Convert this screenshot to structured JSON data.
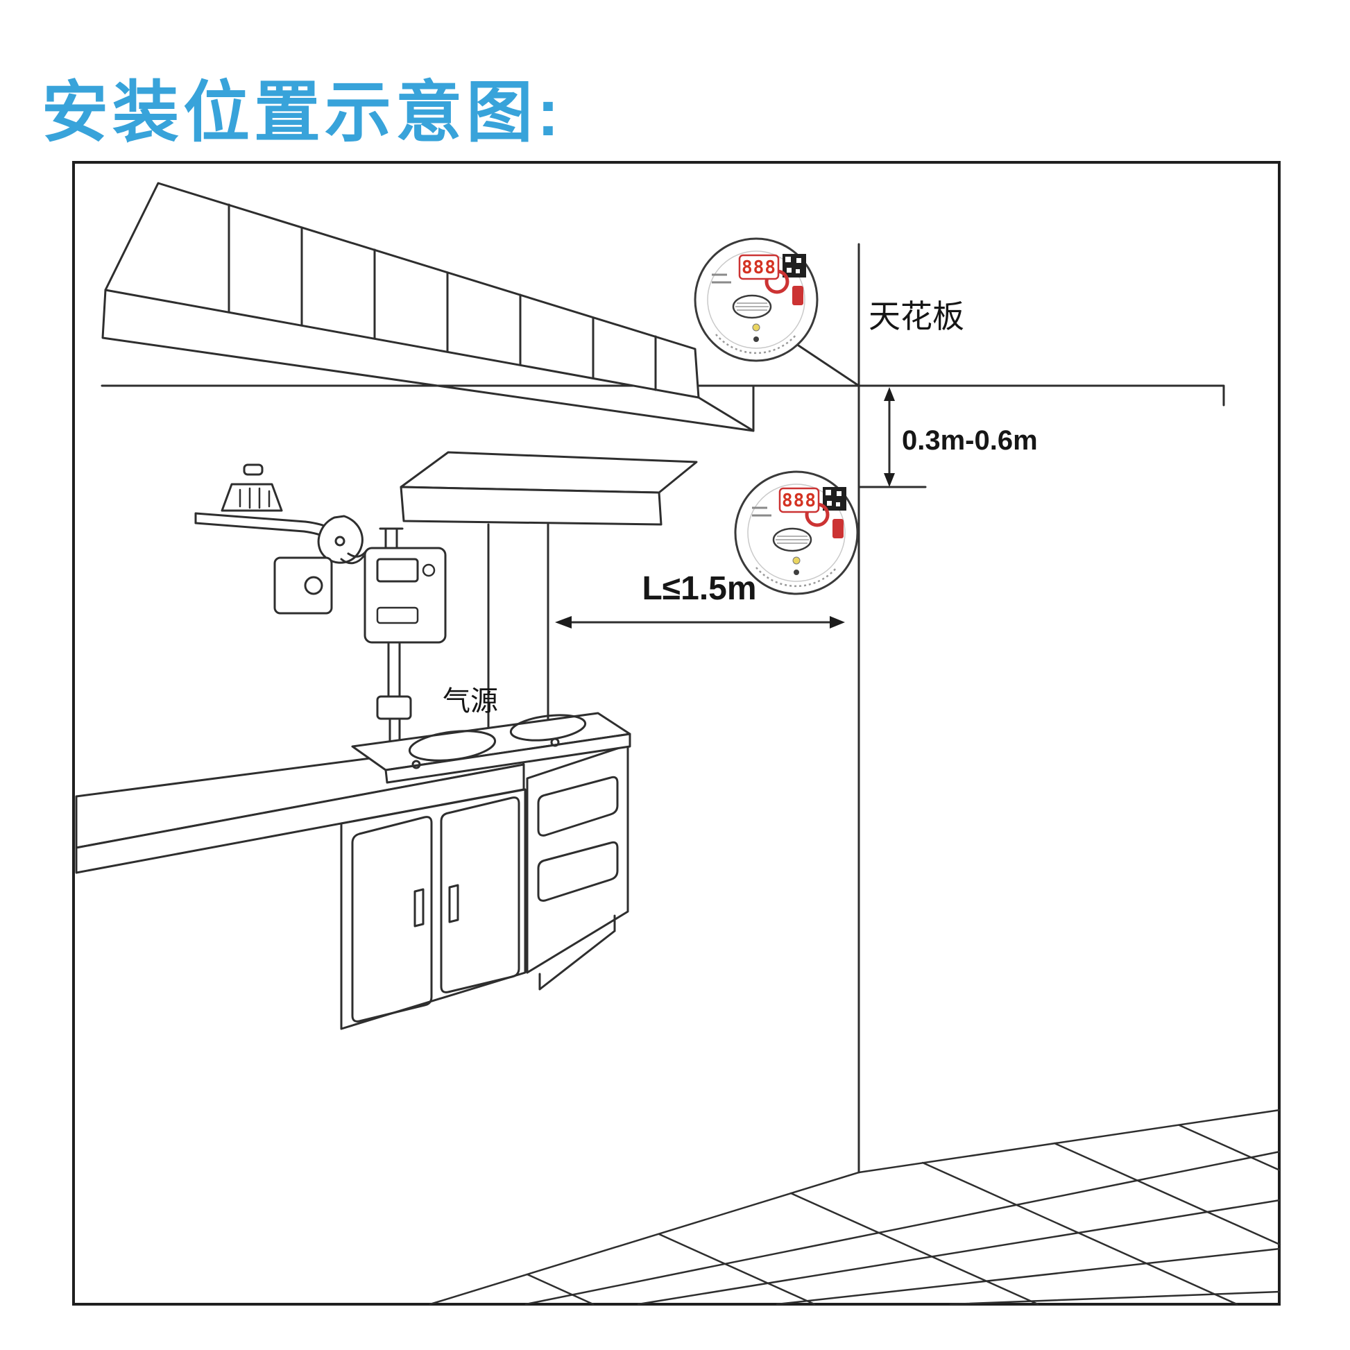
{
  "title": "安装位置示意图:",
  "colors": {
    "title_blue": "#38a3da",
    "line_black": "#2e2e2e",
    "detector_red": "#cc3333"
  },
  "labels": {
    "ceiling": "天花板",
    "ceiling_distance": "0.3m-0.6m",
    "horizontal_distance": "L≤1.5m",
    "gas_source": "气源"
  },
  "detector": {
    "display": "888"
  }
}
